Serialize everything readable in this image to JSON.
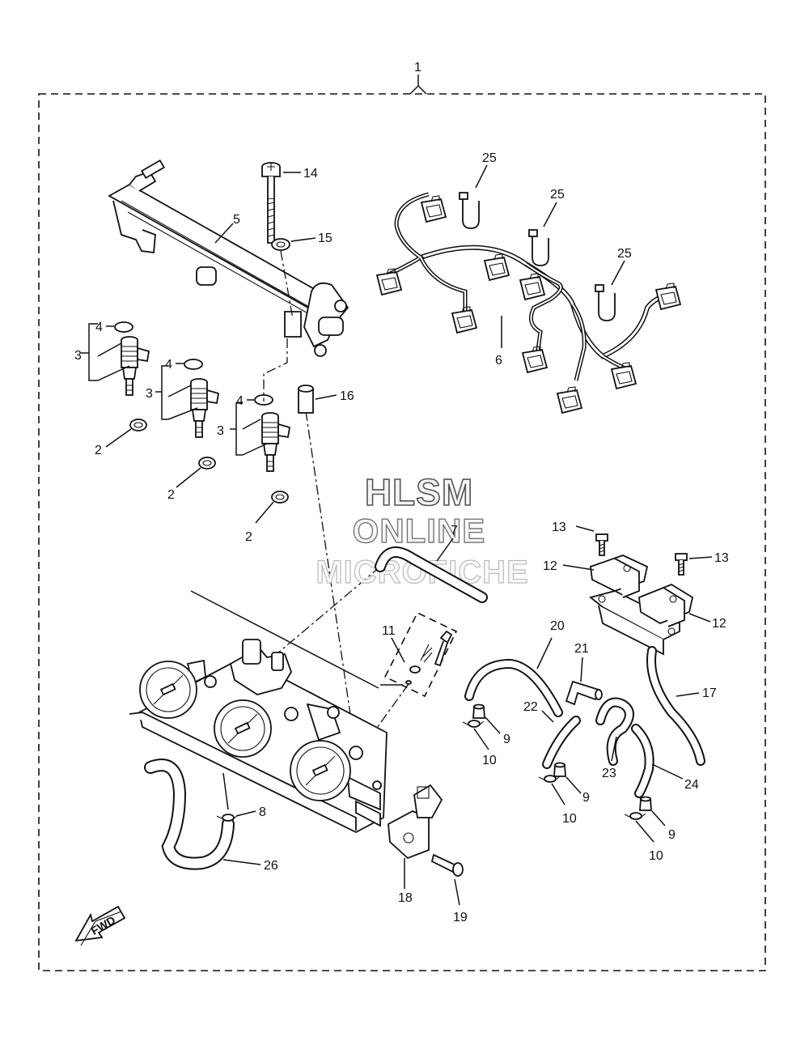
{
  "assembly_label": "1",
  "watermark": {
    "line1": "HLSM",
    "line2": "ONLINE",
    "line3": "MICROFICHE"
  },
  "fwd_label": "FWD",
  "callouts": {
    "c14": "14",
    "c15": "15",
    "c5": "5",
    "c4a": "4",
    "c3a": "3",
    "c2a": "2",
    "c4b": "4",
    "c3b": "3",
    "c2b": "2",
    "c4c": "4",
    "c3c": "3",
    "c2c": "2",
    "c16": "16",
    "c25a": "25",
    "c25b": "25",
    "c25c": "25",
    "c6": "6",
    "c7": "7",
    "c13a": "13",
    "c13b": "13",
    "c12a": "12",
    "c12b": "12",
    "c11": "11",
    "c20": "20",
    "c21": "21",
    "c17": "17",
    "c22": "22",
    "c9a": "9",
    "c10a": "10",
    "c23": "23",
    "c24": "24",
    "c9b": "9",
    "c10b": "10",
    "c9c": "9",
    "c10c": "10",
    "c8": "8",
    "c26": "26",
    "c18": "18",
    "c19": "19"
  }
}
